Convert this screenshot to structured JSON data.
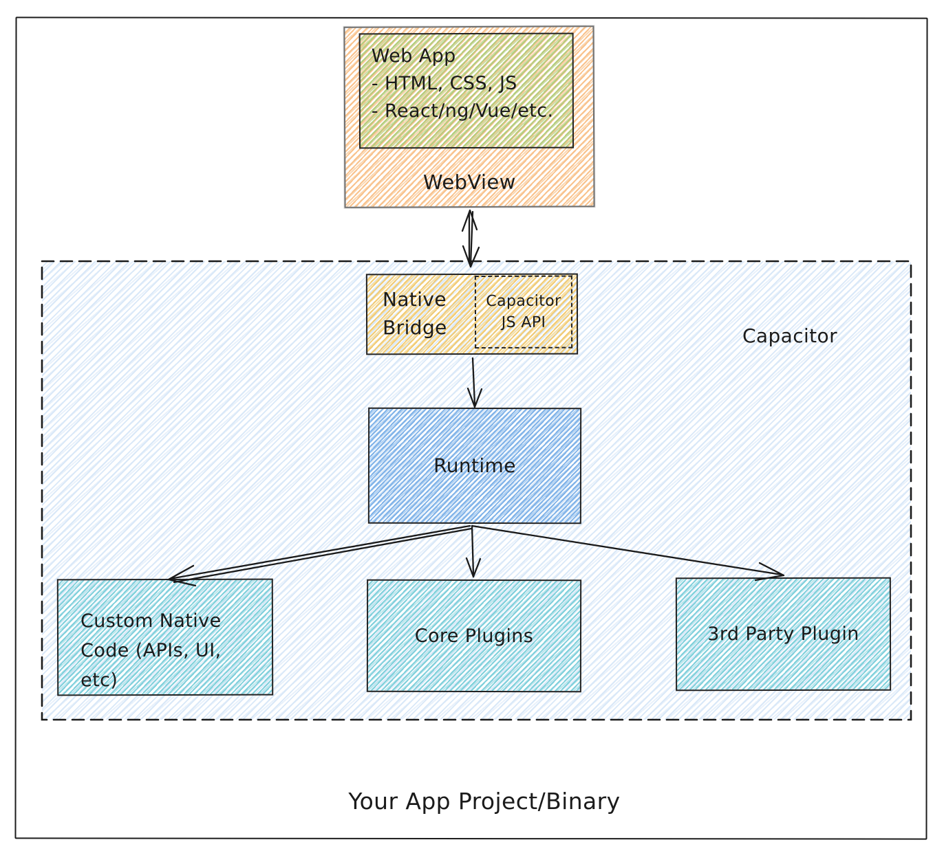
{
  "diagram": {
    "webview": {
      "label": "WebView"
    },
    "web_app": {
      "title": "Web App",
      "bullet1": "- HTML, CSS, JS",
      "bullet2": "- React/ng/Vue/etc."
    },
    "native_bridge": {
      "line1": "Native",
      "line2": "Bridge"
    },
    "capacitor_js_api": {
      "line1": "Capacitor",
      "line2": "JS API"
    },
    "capacitor_container": {
      "label": "Capacitor"
    },
    "runtime": {
      "label": "Runtime"
    },
    "custom_native_code": {
      "line1": "Custom Native",
      "line2": "Code (APIs, UI,",
      "line3": "etc)"
    },
    "core_plugins": {
      "label": "Core Plugins"
    },
    "third_party_plugin": {
      "label": "3rd Party Plugin"
    },
    "footer": {
      "label": "Your App Project/Binary"
    },
    "edges": [
      {
        "from": "webview",
        "to": "native-bridge",
        "direction": "bidirectional"
      },
      {
        "from": "native-bridge",
        "to": "runtime",
        "direction": "down"
      },
      {
        "from": "runtime",
        "to": "custom-native-code",
        "direction": "down-left"
      },
      {
        "from": "runtime",
        "to": "core-plugins",
        "direction": "down"
      },
      {
        "from": "runtime",
        "to": "third-party-plugin",
        "direction": "down-right"
      }
    ]
  },
  "colors": {
    "webview": "#f9c28c",
    "webapp": "#b4cc7d",
    "bridge": "#f2cb74",
    "runtime": "#7fb2e8",
    "plugin": "#7fd0db",
    "capacitor_bg": "#d9e8f8",
    "stroke": "#1a1a1a"
  }
}
